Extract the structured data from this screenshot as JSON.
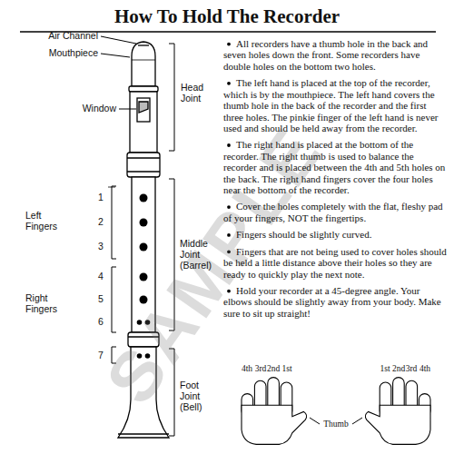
{
  "diagram": {
    "title": "How To Hold The Recorder",
    "labels": [
      "Air Channel",
      "Mouthpiece",
      "Window",
      "Head Joint",
      "Left Fingers",
      "1",
      "2",
      "3",
      "Middle Joint (Barrel)",
      "Right Fingers",
      "4",
      "5",
      "6",
      "7",
      "Foot Joint (Bell)",
      "All recorders have a thumb hole in the back and seven holes down the front. Some recorders have double holes on the bottom two holes.",
      "The left hand is placed at the top of the recorder, which is by the mouthpiece. The left hand covers the thumb hole in the back of the recorder and the first three holes. The pinkie finger of the left hand is never used and should be held away from the recorder.",
      "The right hand is placed at the bottom of the recorder. The right thumb is used to balance the recorder and is placed between the 4th and 5th holes on the back. The right hand fingers cover the four holes near the bottom of the recorder.",
      "Cover the holes completely with the flat, fleshy pad of your fingers, NOT the fingertips.",
      "Fingers should be slightly curved.",
      "Fingers that are not being used to cover holes should be held a little distance above their holes so they are ready to quickly play the next note.",
      "Hold your recorder at a 45-degree angle. Your elbows should be slightly away from your body. Make sure to sit up straight!",
      "4th",
      "3rd",
      "2nd",
      "1st",
      "1st",
      "2nd",
      "3rd",
      "4th",
      "Thumb",
      "SAMPLE"
    ]
  }
}
